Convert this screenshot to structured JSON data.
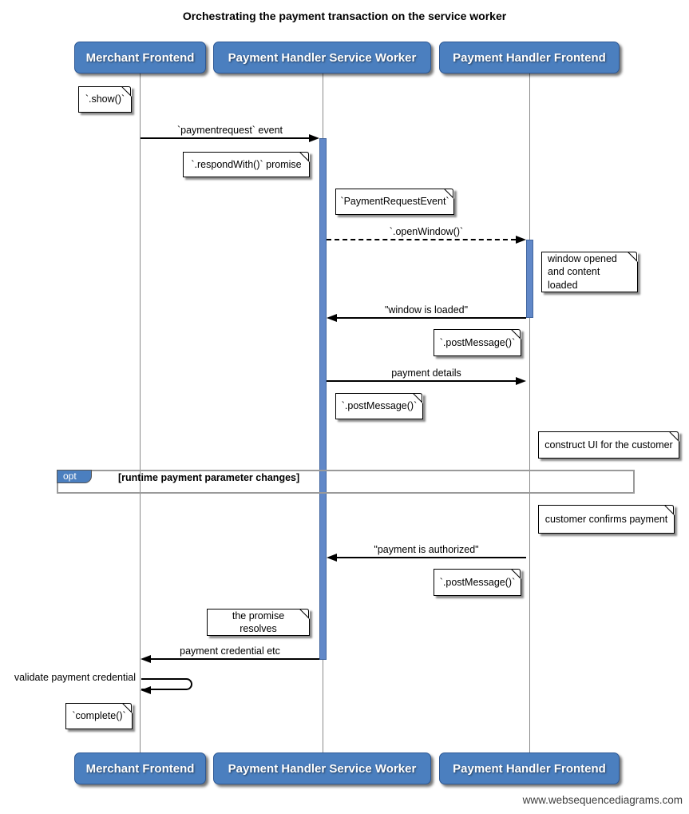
{
  "title": "Orchestrating the payment transaction on the service worker",
  "footer": "www.websequencediagrams.com",
  "actors": [
    {
      "label": "Merchant Frontend"
    },
    {
      "label": "Payment Handler Service Worker"
    },
    {
      "label": "Payment Handler Frontend"
    }
  ],
  "messages": {
    "payment_request": "`paymentrequest` event",
    "open_window": "`.openWindow()`",
    "window_loaded": "\"window is loaded\"",
    "payment_details": "payment details",
    "payment_authorized": "\"payment is authorized\"",
    "payment_credential": "payment credential etc",
    "validate_credential": "validate payment credential"
  },
  "notes": {
    "show": "`.show()`",
    "respond_with": "`.respondWith()` promise",
    "payment_request_event": "`PaymentRequestEvent`",
    "window_opened": "window opened and content loaded",
    "post_message_1": "`.postMessage()`",
    "post_message_2": "`.postMessage()`",
    "construct_ui": "construct UI for the customer",
    "customer_confirms": "customer confirms payment",
    "post_message_3": "`.postMessage()`",
    "promise_resolves": "the promise resolves",
    "complete": "`complete()`"
  },
  "opt": {
    "label": "opt",
    "condition": "[runtime payment parameter changes]"
  },
  "colors": {
    "actor_fill": "#4b7fbf",
    "actor_border": "#2e5894",
    "activation_fill": "#6188c8",
    "lifeline": "#8a8a8a",
    "frame_border": "#9a9a9a",
    "note_fill": "#ffffff",
    "arrow": "#000000"
  }
}
